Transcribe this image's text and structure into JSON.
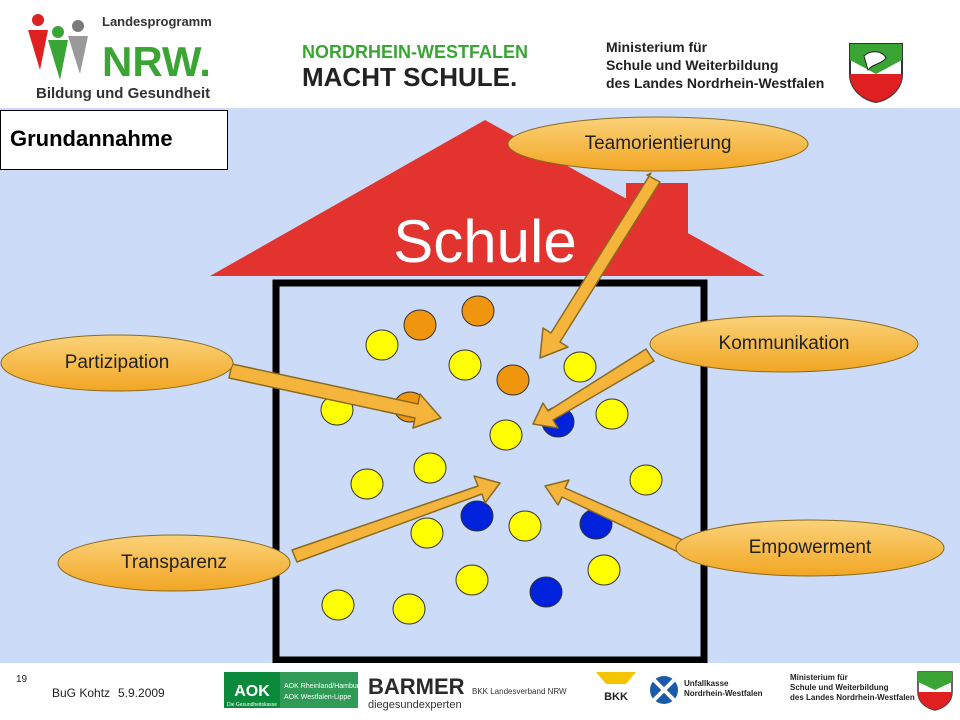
{
  "header": {
    "program_line1": "Landesprogramm",
    "program_nrw": "NRW.",
    "program_line2": "Bildung und Gesundheit",
    "campaign_line1": "NORDRHEIN-WESTFALEN",
    "campaign_line2": "MACHT SCHULE.",
    "ministry_line1": "Ministerium für",
    "ministry_line2": "Schule und Weiterbildung",
    "ministry_line3": "des Landes Nordrhein-Westfalen"
  },
  "slide": {
    "title": "Grundannahme",
    "house_label": "Schule",
    "concepts": {
      "team": "Teamorientierung",
      "participation": "Partizipation",
      "communication": "Kommunikation",
      "transparency": "Transparenz",
      "empowerment": "Empowerment"
    },
    "colors": {
      "background": "#ccdcf8",
      "roof": "#e3332f",
      "ellipse": "#f5b53d",
      "arrow": "#f5b53d",
      "dot_yellow": "#ffff00",
      "dot_orange": "#f0960e",
      "dot_blue": "#0022dd"
    }
  },
  "footer": {
    "slide_number": "19",
    "author": "BuG Kohtz",
    "date": "5.9.2009",
    "aok_title": "AOK",
    "aok_sub1": "AOK Rheinland/Hamburg",
    "aok_sub2": "AOK Westfalen-Lippe",
    "aok_small": "Die Gesundheitskasse",
    "barmer": "BARMER",
    "barmer_sub": "diegesundexperten",
    "bkk_text": "BKK Landesverband NRW",
    "bkk_logo": "BKK",
    "unfall_line1": "Unfallkasse",
    "unfall_line2": "Nordrhein-Westfalen",
    "ministry_line1": "Ministerium für",
    "ministry_line2": "Schule und Weiterbildung",
    "ministry_line3": "des Landes Nordrhein-Westfalen"
  }
}
